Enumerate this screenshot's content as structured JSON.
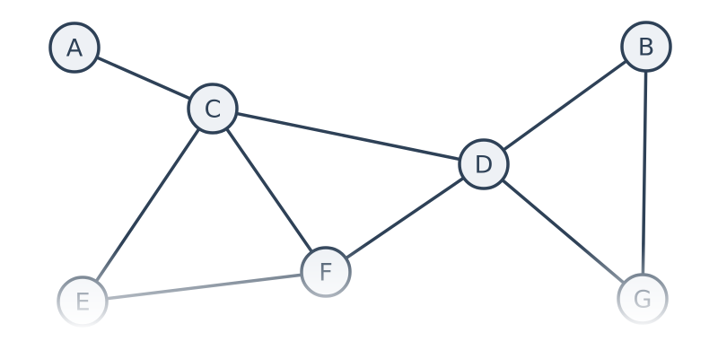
{
  "graph": {
    "nodes": [
      {
        "id": "A",
        "label": "A"
      },
      {
        "id": "B",
        "label": "B"
      },
      {
        "id": "C",
        "label": "C"
      },
      {
        "id": "D",
        "label": "D"
      },
      {
        "id": "E",
        "label": "E"
      },
      {
        "id": "F",
        "label": "F"
      },
      {
        "id": "G",
        "label": "G"
      }
    ],
    "edges": [
      {
        "from": "A",
        "to": "C"
      },
      {
        "from": "C",
        "to": "D"
      },
      {
        "from": "C",
        "to": "E"
      },
      {
        "from": "C",
        "to": "F"
      },
      {
        "from": "E",
        "to": "F"
      },
      {
        "from": "F",
        "to": "D"
      },
      {
        "from": "D",
        "to": "B"
      },
      {
        "from": "D",
        "to": "G"
      },
      {
        "from": "B",
        "to": "G"
      }
    ]
  },
  "colors": {
    "stroke": "#2e4157",
    "node_fill": "#eef1f5",
    "label": "#2e4157",
    "background": "#ffffff"
  }
}
